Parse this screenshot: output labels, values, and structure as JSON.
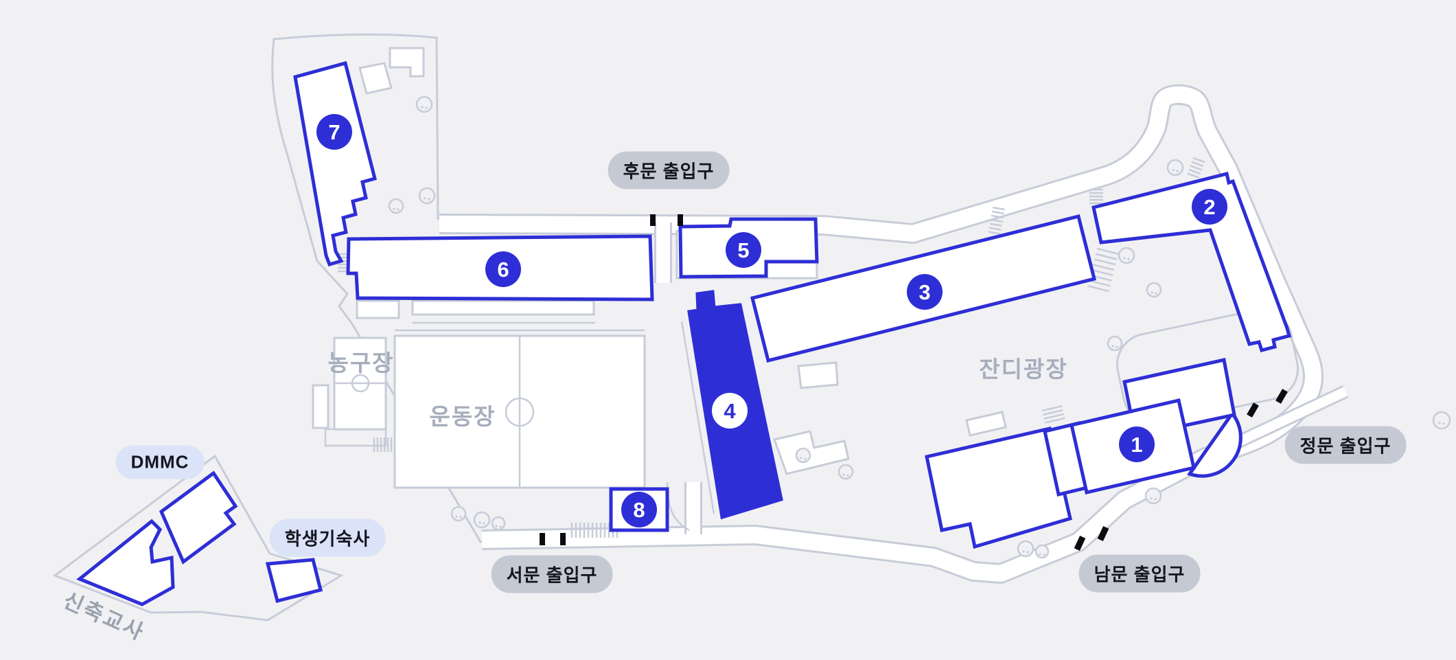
{
  "colors": {
    "bg": "#f1f1f4",
    "line": "#c7ccd8",
    "accent": "#2e2ed6",
    "road": "#ffffff",
    "building-fill": "#ffffff",
    "gate-pill-bg": "#c4c9d3",
    "info-pill-bg": "#dbe3f9",
    "pill-text": "#14151e",
    "area-text": "#a6adbb",
    "rotated-text": "#99a1ad",
    "tick": "#0b0b10"
  },
  "map": {
    "buildings": [
      {
        "number": "1"
      },
      {
        "number": "2"
      },
      {
        "number": "3"
      },
      {
        "number": "4"
      },
      {
        "number": "5"
      },
      {
        "number": "6"
      },
      {
        "number": "7"
      },
      {
        "number": "8"
      }
    ],
    "gates": {
      "back": "후문 출입구",
      "main": "정문 출입구",
      "south": "남문 출입구",
      "west": "서문 출입구"
    },
    "places": {
      "dmmc": "DMMC",
      "dormitory": "학생기숙사"
    },
    "areas": {
      "lawn_plaza": "잔디광장",
      "sports_field": "운동장",
      "basketball_court": "농구장",
      "new_building": "신축교사"
    }
  }
}
